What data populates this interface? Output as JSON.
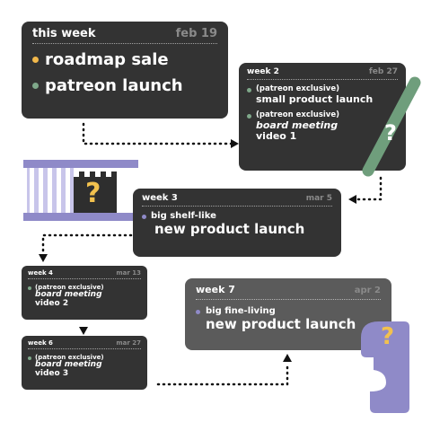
{
  "colors": {
    "card_dark": "#333333",
    "card_gray": "#5b5b5b",
    "dot_orange": "#f2b84b",
    "dot_green": "#7fa88a",
    "dot_purple": "#8f8ac8",
    "deco_purple": "#8f8ac8",
    "deco_green": "#6f9e7c",
    "question_yellow": "#f2c14e"
  },
  "cards": {
    "this_week": {
      "title": "this week",
      "date": "feb 19",
      "items": [
        {
          "label": "roadmap sale"
        },
        {
          "label": "patreon launch"
        }
      ]
    },
    "week2": {
      "title": "week 2",
      "date": "feb 27",
      "items": [
        {
          "tag": "(patreon exclusive)",
          "label": "small product launch"
        },
        {
          "tag": "(patreon exclusive)",
          "label": "board meeting",
          "sub": "video 1"
        }
      ]
    },
    "week3": {
      "title": "week 3",
      "date": "mar 5",
      "tag": "big shelf-like",
      "label": "new product launch"
    },
    "week4": {
      "title": "week 4",
      "date": "mar 13",
      "tag": "(patreon exclusive)",
      "label": "board meeting",
      "sub": "video 2"
    },
    "week6": {
      "title": "week 6",
      "date": "mar 27",
      "tag": "(patreon exclusive)",
      "label": "board meeting",
      "sub": "video 3"
    },
    "week7": {
      "title": "week 7",
      "date": "apr 2",
      "tag": "big fine-living",
      "label": "new product launch"
    }
  },
  "decorations": {
    "question_mark": "?"
  }
}
